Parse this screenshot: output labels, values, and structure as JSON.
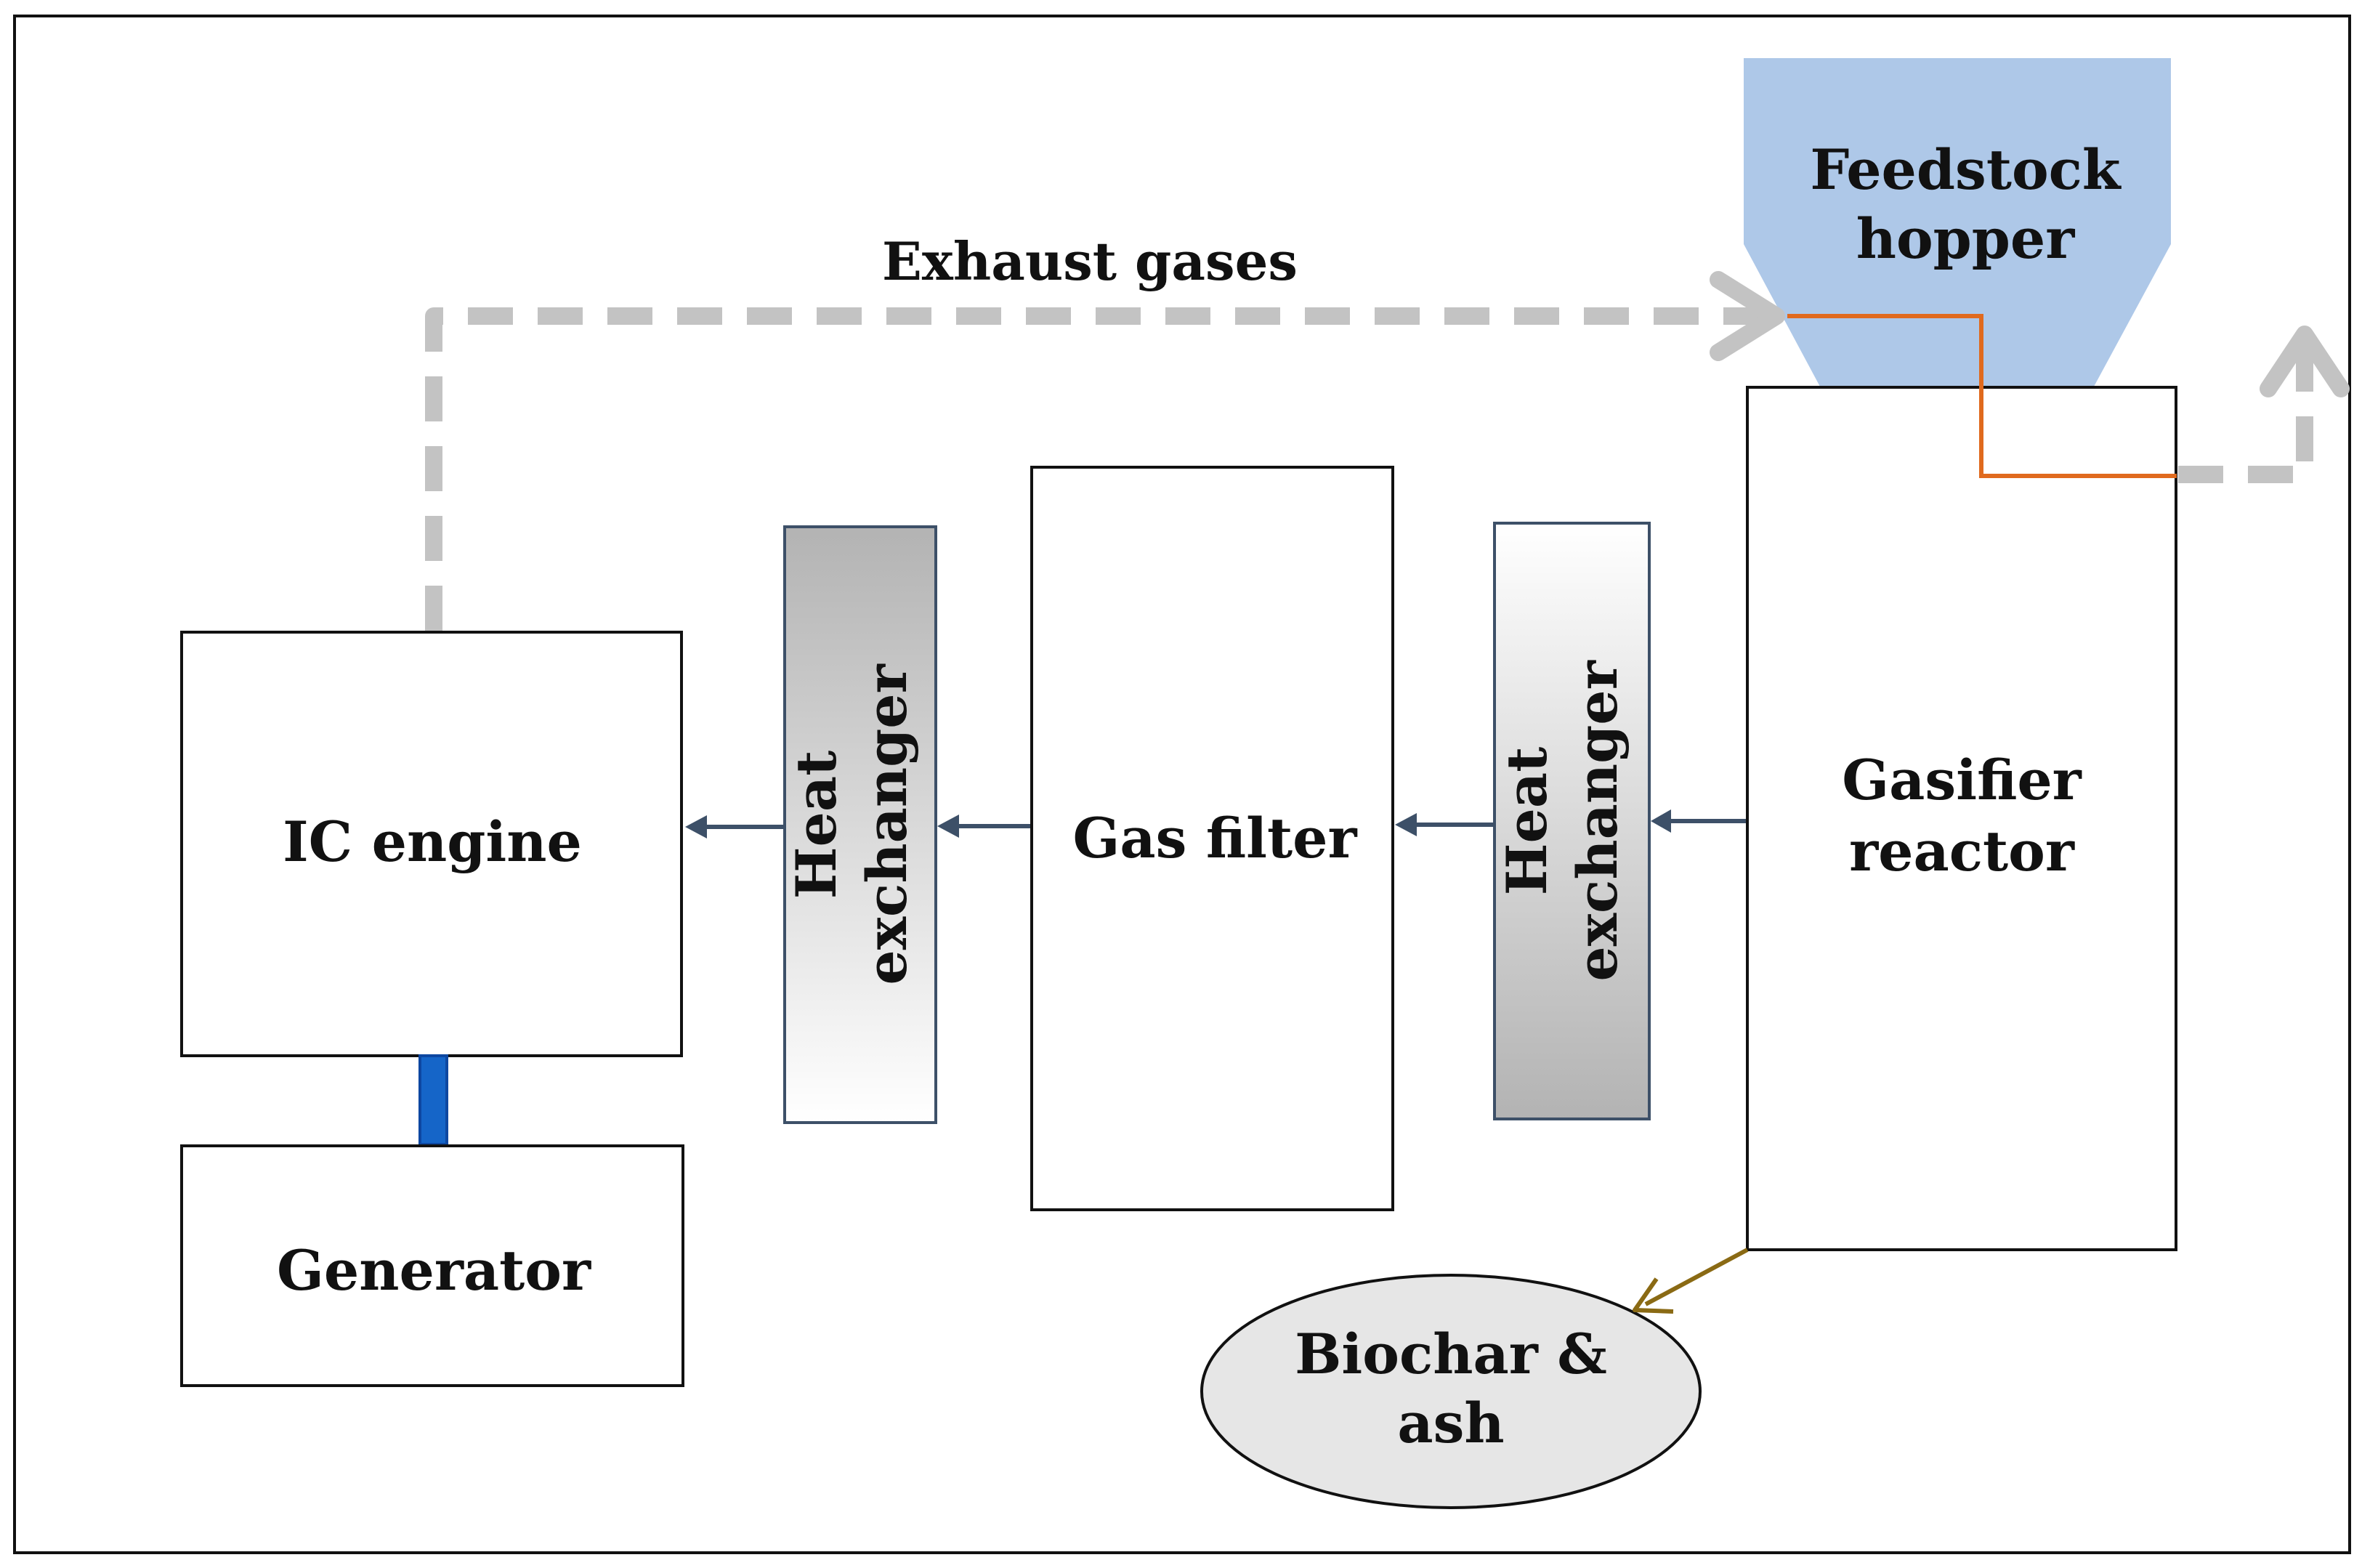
{
  "labels": {
    "feedstock_line1": "Feedstock",
    "feedstock_line2": "hopper",
    "exhaust": "Exhaust gases",
    "ic_engine": "IC engine",
    "generator": "Generator",
    "heat_exchanger_left_line1": "Heat",
    "heat_exchanger_left_line2": "exchanger",
    "gas_filter": "Gas filter",
    "heat_exchanger_right_line1": "Heat",
    "heat_exchanger_right_line2": "exchanger",
    "gasifier_line1": "Gasifier",
    "gasifier_line2": "reactor",
    "biochar_line1": "Biochar &",
    "biochar_line2": "ash"
  },
  "colors": {
    "hopper_fill": "#aec8e8",
    "exhaust_line": "#c3c3c3",
    "feed_line": "#e06a1e",
    "gas_arrow": "#3d5068",
    "coupling": "#1565c8",
    "biochar_fill": "#e6e6e6",
    "biochar_arrow": "#8a6a14"
  }
}
